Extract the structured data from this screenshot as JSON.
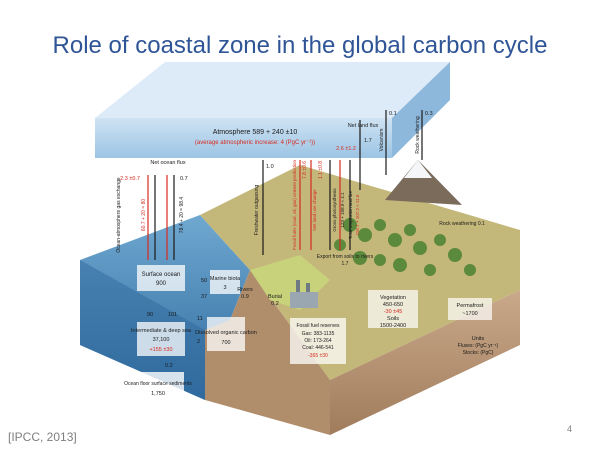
{
  "slide": {
    "title": "Role of coastal zone in the global carbon cycle",
    "citation": "[IPCC, 2013]",
    "page_number": "4"
  },
  "diagram": {
    "atmosphere": {
      "line1": "Atmosphere 589 + 240 ±10",
      "line2": "(average atmospheric increase: 4 (PgC yr⁻¹))"
    },
    "fluxes": {
      "net_ocean_flux": "Net ocean flux",
      "ocean_red": "2.3 ±0.7",
      "ocean_black": "0.7",
      "ocean_atm_exchange": "Ocean-atmosphere gas exchange",
      "ocean_up": "60.7 + 20 = 80",
      "ocean_down": "78.4 + 20 = 98.4",
      "freshwater": "Freshwater outgassing",
      "freshwater_val": "1.0",
      "fossil_fuels": "Fossil fuels (coal, oil, gas) cement production",
      "fossil_fuels_val": "7.8 ±0.6",
      "land_use": "Net land use change",
      "land_use_val": "1.1 ±0.8",
      "gross_photo": "Gross photosynthesis",
      "gross_photo_val": "123 + 108.9 ≈ 4.1",
      "total_resp": "Total respiration and fire",
      "total_resp_val": "118.7 + 107.2 ≈ 11.6",
      "net_land": "Net land flux",
      "net_land_red": "2.6 ±1.2",
      "net_land_black": "1.7",
      "volcanism": "Volcanism",
      "volcanism_val": "0.1",
      "rock_weather": "Rock weathering",
      "rock_weather_val": "0.3",
      "rock_weathering_box": "Rock weathering 0.1",
      "export": "Export from soils to rivers",
      "export_val": "1.7",
      "rivers": "Rivers",
      "rivers_val": "0.9",
      "burial": "Burial",
      "burial_val": "0.2"
    },
    "ocean": {
      "surface": "Surface ocean",
      "surface_val": "900",
      "marine_biota": "Marine biota",
      "marine_val": "3",
      "exch_left": "50",
      "exch_right": "37",
      "down_left": "90",
      "up_right": "101",
      "deep": "Intermediate & deep sea",
      "deep_val": "37,100",
      "deep_red": "+155 ±30",
      "doc": "Dissolved organic carbon",
      "doc_val": "700",
      "doc_a": "11",
      "doc_b": "2",
      "floor_flux": "0.2",
      "sediments": "Ocean floor surface sediments",
      "sediments_val": "1,750"
    },
    "land": {
      "vegetation": "Vegetation",
      "vegetation_val": "450-650",
      "vegetation_red": "-30 ±45",
      "soils": "Soils",
      "soils_val": "1500-2400",
      "permafrost": "Permafrost",
      "permafrost_val": "~1700",
      "fossil_reserves": "Fossil fuel reserves",
      "gas": "Gas: 383-1135",
      "oil": "Oil: 173-264",
      "coal": "Coal: 446-541",
      "fossil_red": "-365 ±30"
    },
    "units": {
      "title": "Units",
      "fluxes": "Fluxes: (PgC yr⁻¹)",
      "stocks": "Stocks: (PgC)"
    }
  }
}
